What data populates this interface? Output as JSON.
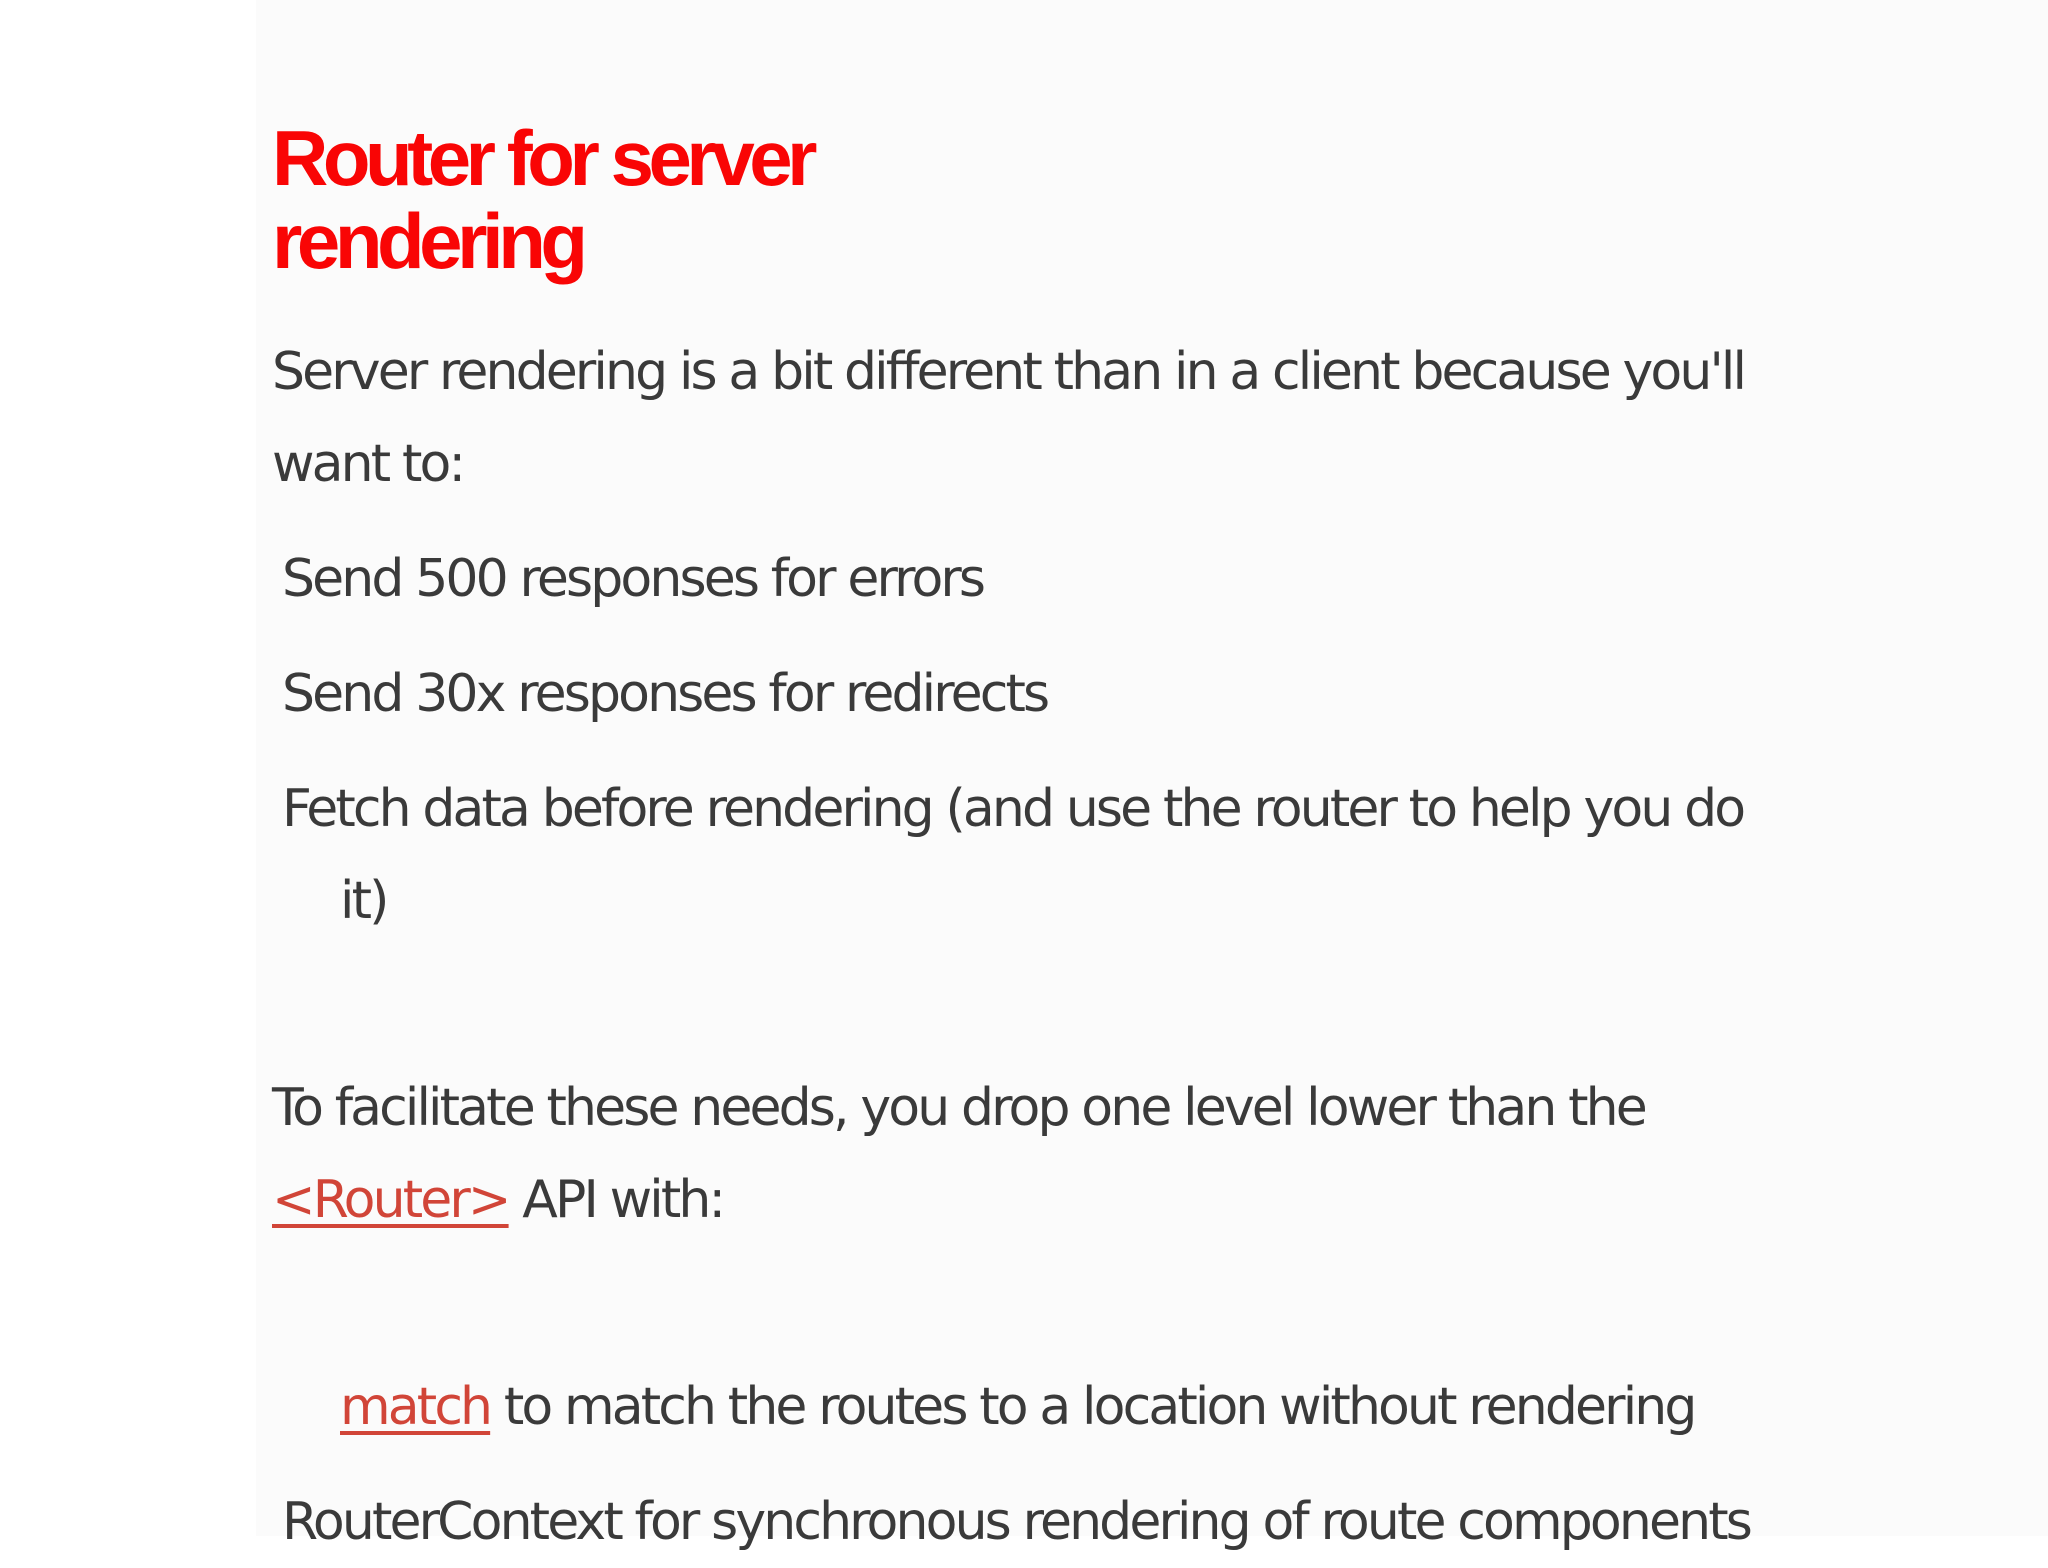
{
  "colors": {
    "page_background": "#ffffff",
    "content_background": "#fbfbfb",
    "heading": "#f90505",
    "body_text": "#3a3a3a",
    "link": "#d14538"
  },
  "heading": {
    "text": "Router for server\nrendering"
  },
  "intro": {
    "text": "Server rendering is a bit different than in a client because you'll\nwant to:"
  },
  "needs_list": {
    "items": [
      {
        "text": "Send 500 responses for errors"
      },
      {
        "text": "Send 30x responses for redirects"
      },
      {
        "text": "Fetch data before rendering (and use the router to help you do\nit)"
      }
    ]
  },
  "facilitate": {
    "before_link": "To facilitate these needs, you drop one level lower than the\n",
    "link_text": "<Router>",
    "after_link": " API with:"
  },
  "api_list": {
    "items": [
      {
        "link_text": "match",
        "text_after": " to match the routes to a location without rendering"
      },
      {
        "text": "RouterContext for synchronous rendering of route components"
      }
    ]
  }
}
